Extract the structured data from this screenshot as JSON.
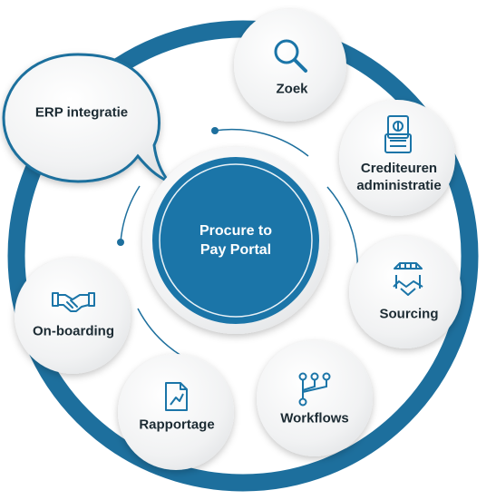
{
  "center": {
    "line1": "Procure to",
    "line2": "Pay Portal"
  },
  "nodes": {
    "zoek": {
      "label": "Zoek",
      "icon": "magnifier-icon"
    },
    "crediteuren": {
      "line1": "Crediteuren",
      "line2": "administratie",
      "icon": "invoice-calculator-icon"
    },
    "sourcing": {
      "label": "Sourcing",
      "icon": "handshake-store-icon"
    },
    "workflows": {
      "label": "Workflows",
      "icon": "workflow-tree-icon"
    },
    "rapportage": {
      "label": "Rapportage",
      "icon": "report-chart-icon"
    },
    "onboarding": {
      "label": "On-boarding",
      "icon": "handshake-icon"
    },
    "erp": {
      "label": "ERP integratie"
    }
  },
  "colors": {
    "ring": "#1d6f9d",
    "center": "#1b75a8",
    "icon": "#1b75a8",
    "bubble": "#f3f4f5",
    "text": "#1c2b33"
  }
}
